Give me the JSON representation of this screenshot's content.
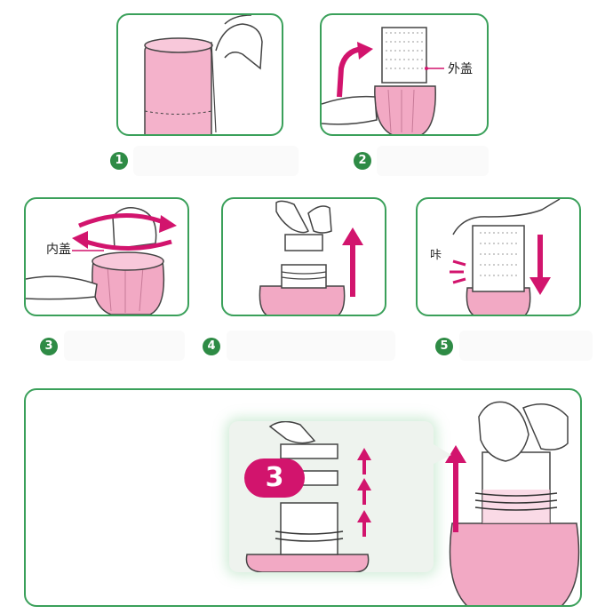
{
  "steps": [
    {
      "number": "1"
    },
    {
      "number": "2",
      "label": "外盖"
    },
    {
      "number": "3",
      "label": "内盖"
    },
    {
      "number": "4"
    },
    {
      "number": "5",
      "label": "咔"
    }
  ],
  "detail": {
    "badge": "3"
  },
  "colors": {
    "frame": "#3aa05a",
    "accent": "#d2146d",
    "body": "#f2a9c4",
    "step_number": "#2e8b45"
  }
}
